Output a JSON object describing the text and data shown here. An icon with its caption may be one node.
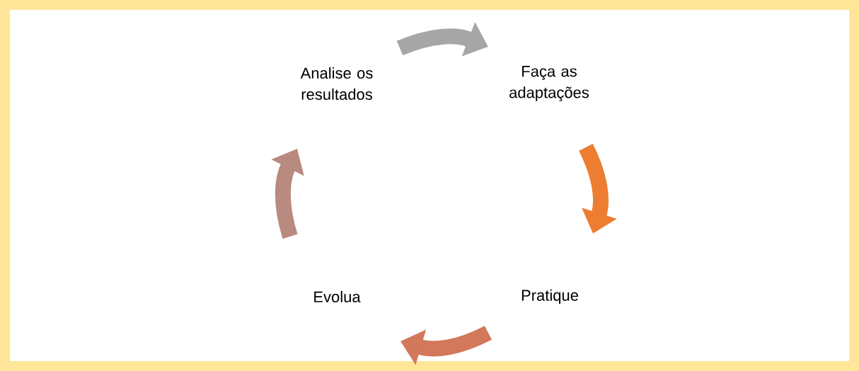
{
  "diagram": {
    "nodes": [
      {
        "text": [
          "Analise os resultados"
        ]
      },
      {
        "text": [
          "Faça as adaptações"
        ]
      },
      {
        "text": [
          "Pratique"
        ]
      },
      {
        "text": [
          "Evolua"
        ]
      }
    ],
    "edges": [
      {
        "from": 0,
        "to": 1,
        "arrow": "to",
        "color": "#a6a6a6"
      },
      {
        "from": 1,
        "to": 2,
        "arrow": "to",
        "color": "#ed7d31"
      },
      {
        "from": 2,
        "to": 3,
        "arrow": "to",
        "color": "#d3785a"
      },
      {
        "from": 3,
        "to": 0,
        "arrow": "to",
        "color": "#b98a7f"
      }
    ]
  }
}
